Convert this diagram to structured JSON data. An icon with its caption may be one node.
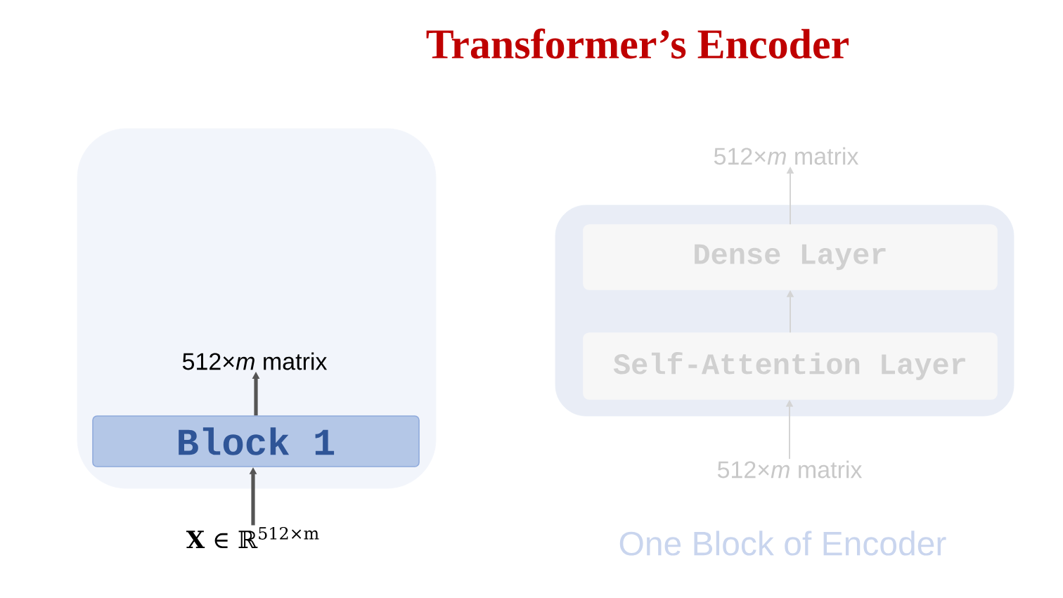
{
  "diagram": {
    "title": "Transformer’s Encoder",
    "nodes": [
      {
        "text": [],
        "shape": "box"
      },
      {
        "text": [
          "Block 1"
        ],
        "in": 0
      },
      {
        "text": [
          "512×*m* matrix"
        ],
        "in": 0
      },
      {
        "text": [
          "**X** ∈ ℝ$^{512×m}$"
        ]
      },
      {
        "text": [],
        "shape": "box"
      },
      {
        "text": [
          "Dense Layer"
        ],
        "in": 4
      },
      {
        "text": [
          "Self-Attention Layer"
        ],
        "in": 4
      },
      {
        "text": [
          "512×*m* matrix"
        ]
      },
      {
        "text": [
          "512×*m* matrix"
        ]
      }
    ],
    "edges": [
      {
        "from": 3,
        "to": 1,
        "arrow": "to",
        "style": "thick",
        "color": "#555555"
      },
      {
        "from": 1,
        "to": 2,
        "arrow": "to",
        "style": "thick",
        "color": "#555555"
      },
      {
        "from": 8,
        "to": 6,
        "arrow": "to",
        "color": "#d4d4d4"
      },
      {
        "from": 6,
        "to": 5,
        "arrow": "to",
        "color": "#d4d4d4"
      },
      {
        "from": 5,
        "to": 7,
        "arrow": "to",
        "color": "#d4d4d4"
      }
    ],
    "labels": [
      "One Block of Encoder"
    ]
  }
}
